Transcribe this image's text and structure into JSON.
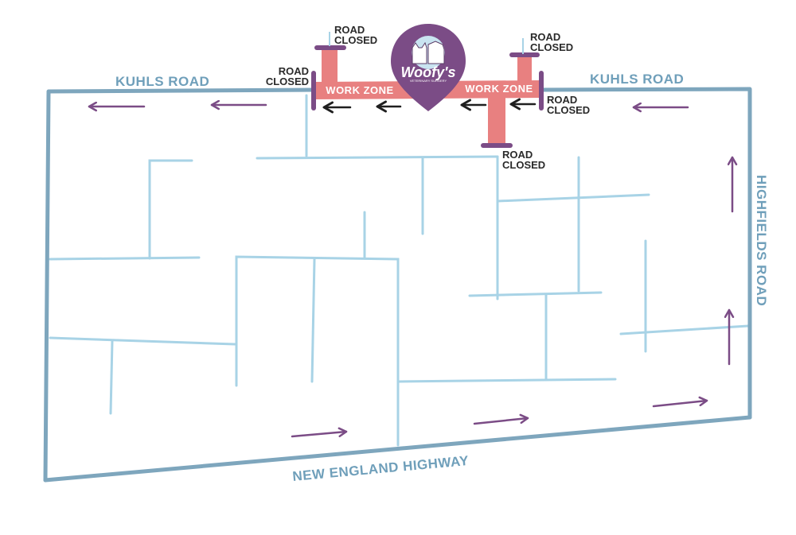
{
  "colors": {
    "main_road": "#7ea6bd",
    "street": "#a8d3e6",
    "road_label": "#6f9fba",
    "work_zone": "#e88080",
    "barrier": "#7b4c86",
    "traffic_arrow": "#7b4c86",
    "detour_arrow": "#1f1f1f",
    "logo_fill": "#7b4c86"
  },
  "roads": {
    "kuhls_left": "KUHLS ROAD",
    "kuhls_right": "KUHLS ROAD",
    "highfields": "HIGHFIELDS ROAD",
    "new_england": "NEW ENGLAND HIGHWAY"
  },
  "work_zones": [
    {
      "label": "WORK ZONE"
    },
    {
      "label": "WORK ZONE"
    }
  ],
  "closures": [
    {
      "line1": "ROAD",
      "line2": "CLOSED"
    },
    {
      "line1": "ROAD",
      "line2": "CLOSED"
    },
    {
      "line1": "ROAD",
      "line2": "CLOSED"
    },
    {
      "line1": "ROAD",
      "line2": "CLOSED"
    },
    {
      "line1": "ROAD",
      "line2": "CLOSED"
    }
  ],
  "logo": {
    "name": "Woofy's",
    "tagline": "VETERINARY SURGERY"
  },
  "icons": {
    "traffic": "arrow-icon",
    "logo": "map-pin-icon"
  }
}
